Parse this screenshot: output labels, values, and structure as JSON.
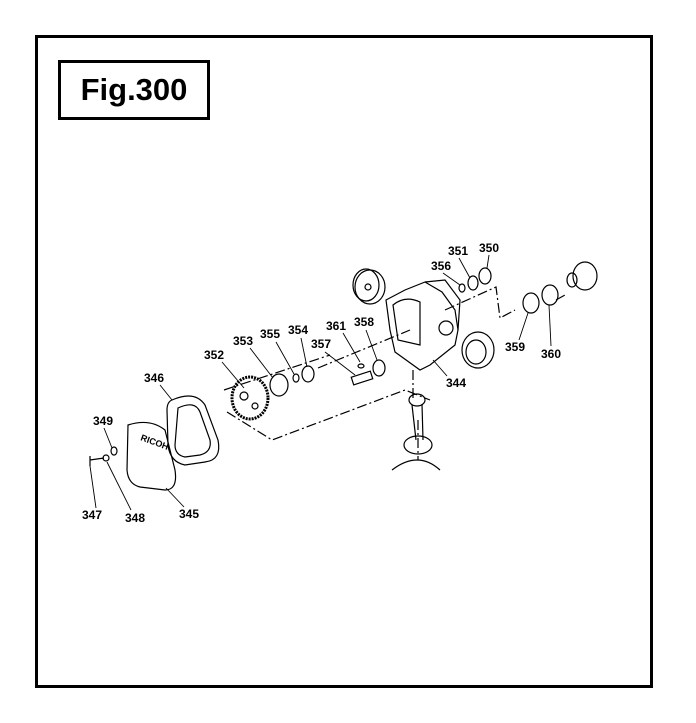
{
  "figure": {
    "title": "Fig.300"
  },
  "parts": [
    {
      "id": "344"
    },
    {
      "id": "345"
    },
    {
      "id": "346"
    },
    {
      "id": "347"
    },
    {
      "id": "348"
    },
    {
      "id": "349"
    },
    {
      "id": "350"
    },
    {
      "id": "351"
    },
    {
      "id": "352"
    },
    {
      "id": "353"
    },
    {
      "id": "354"
    },
    {
      "id": "355"
    },
    {
      "id": "356"
    },
    {
      "id": "357"
    },
    {
      "id": "358"
    },
    {
      "id": "359"
    },
    {
      "id": "360"
    },
    {
      "id": "361"
    }
  ],
  "cover_logo": "RICOH"
}
